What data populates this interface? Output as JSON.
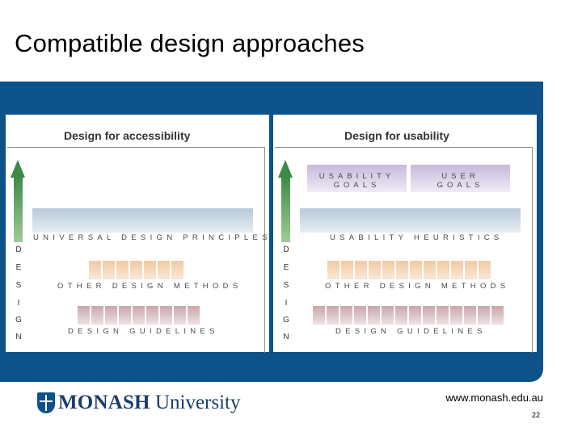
{
  "slide": {
    "title": "Compatible design approaches",
    "url": "www.monash.edu.au",
    "page_number": "22"
  },
  "logo": {
    "strong_text": "MONASH",
    "light_text": " University"
  },
  "left_panel": {
    "title": "Design for accessibility",
    "design_letters": [
      "D",
      "E",
      "S",
      "I",
      "G",
      "N"
    ],
    "principles_label": "UNIVERSAL DESIGN PRINCIPLES",
    "methods_label": "OTHER DESIGN METHODS",
    "guidelines_label": "DESIGN GUIDELINES"
  },
  "right_panel": {
    "title": "Design for usability",
    "design_letters": [
      "D",
      "E",
      "S",
      "I",
      "G",
      "N"
    ],
    "goal_left": "USABILITY GOALS",
    "goal_left_line1": "USABILITY",
    "goal_left_line2": "GOALS",
    "goal_right_line1": "USER",
    "goal_right_line2": "GOALS",
    "heuristics_label": "USABILITY HEURISTICS",
    "methods_label": "OTHER DESIGN METHODS",
    "guidelines_label": "DESIGN GUIDELINES"
  },
  "colors": {
    "band": "#0d5289",
    "arrow": "#3d8a44",
    "universal_bar": "#b7c9d8",
    "methods_blocks": "#f3c9a1",
    "guidelines_blocks": "#caa6aa",
    "goals": "#c6b9dc"
  }
}
